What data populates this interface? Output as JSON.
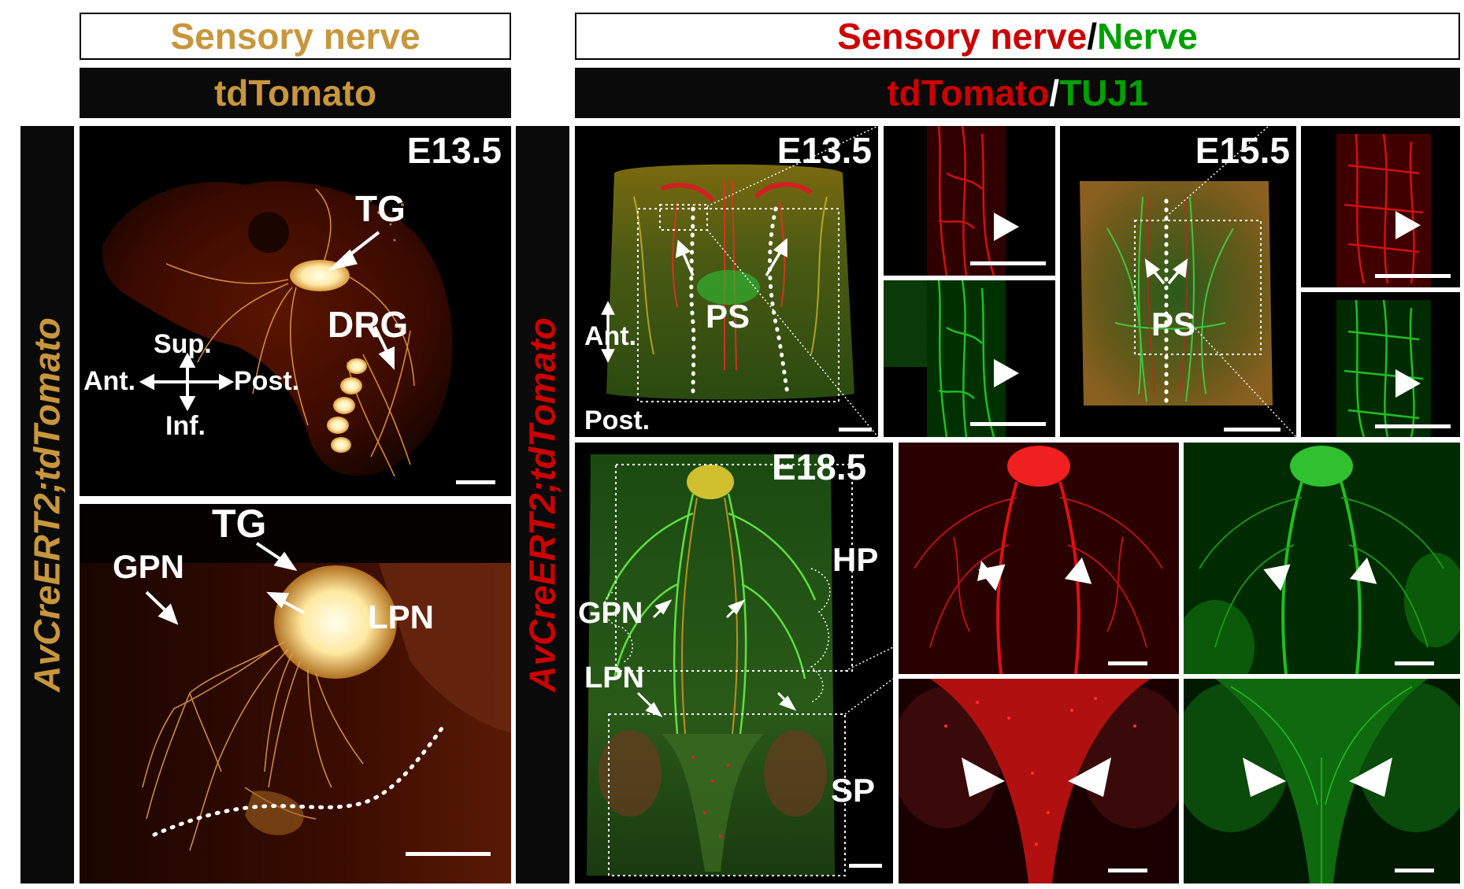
{
  "left": {
    "header": "Sensory nerve",
    "subheader": "tdTomato",
    "side_label": "AvCreERT2;tdTomato",
    "top_panel": {
      "stage": "E13.5",
      "labels": {
        "tg": "TG",
        "drg": "DRG"
      },
      "compass": {
        "sup": "Sup.",
        "inf": "Inf.",
        "ant": "Ant.",
        "post": "Post."
      }
    },
    "bottom_panel": {
      "labels": {
        "tg": "TG",
        "gpn": "GPN",
        "lpn": "LPN"
      }
    }
  },
  "right": {
    "header": {
      "part1": "Sensory nerve",
      "sep": "/",
      "part2": "Nerve"
    },
    "subheader": {
      "part1": "tdTomato",
      "sep": "/",
      "part2": "TUJ1"
    },
    "side_label": "AvCreERT2;tdTomato",
    "e135": {
      "stage": "E13.5",
      "ps": "PS",
      "ant": "Ant.",
      "post": "Post."
    },
    "e155": {
      "stage": "E15.5",
      "ps": "PS"
    },
    "e185": {
      "stage": "E18.5",
      "hp": "HP",
      "gpn": "GPN",
      "lpn": "LPN",
      "sp": "SP"
    }
  },
  "colors": {
    "gold": "#c8963c",
    "red": "#cc0000",
    "green": "#00a000",
    "tissue_red": "#e01010",
    "tissue_green": "#1fbf1f"
  }
}
